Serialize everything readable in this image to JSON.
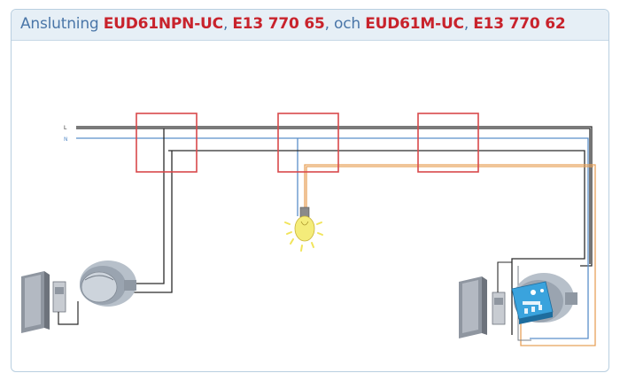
{
  "title": {
    "segments": [
      {
        "text": "Anslutning ",
        "style": "plain"
      },
      {
        "text": "EUD61NPN-UC",
        "style": "red"
      },
      {
        "text": ", ",
        "style": "plain"
      },
      {
        "text": "E13 770 65",
        "style": "red"
      },
      {
        "text": ", och ",
        "style": "plain"
      },
      {
        "text": "EUD61M-UC",
        "style": "red"
      },
      {
        "text": ", ",
        "style": "plain"
      },
      {
        "text": "E13 770 62",
        "style": "red"
      }
    ]
  },
  "wires": {
    "line_label": "L",
    "neutral_label": "N"
  },
  "colors": {
    "title_plain": "#4a76a8",
    "title_accent": "#c8232c",
    "wire_line": "#2b2b2b",
    "wire_neutral": "#5b8fc9",
    "wire_switched": "#e8a25a",
    "junction_box": "#d9494b",
    "bulb_glow": "#f1e45a"
  },
  "icons": [
    "junction-box",
    "light-bulb",
    "wall-switch",
    "dimmer-module"
  ]
}
